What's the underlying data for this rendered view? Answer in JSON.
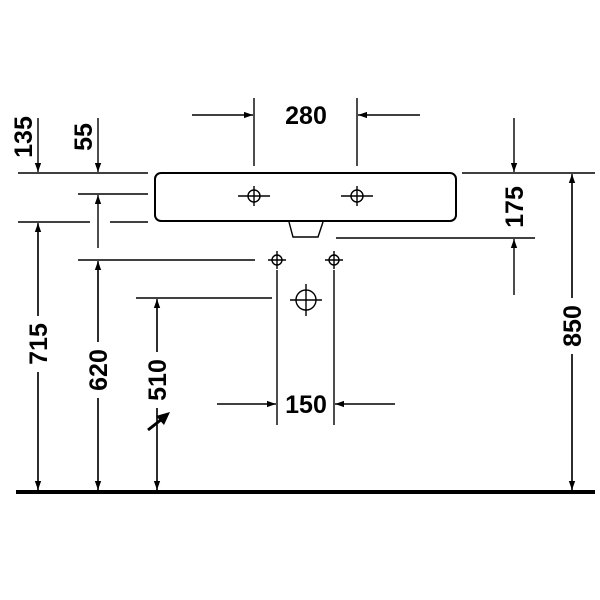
{
  "dimensions": {
    "width_taps": "280",
    "drain_spacing": "150",
    "d135": "135",
    "d55": "55",
    "d175": "175",
    "d715": "715",
    "d620": "620",
    "d510": "510",
    "d850": "850"
  }
}
